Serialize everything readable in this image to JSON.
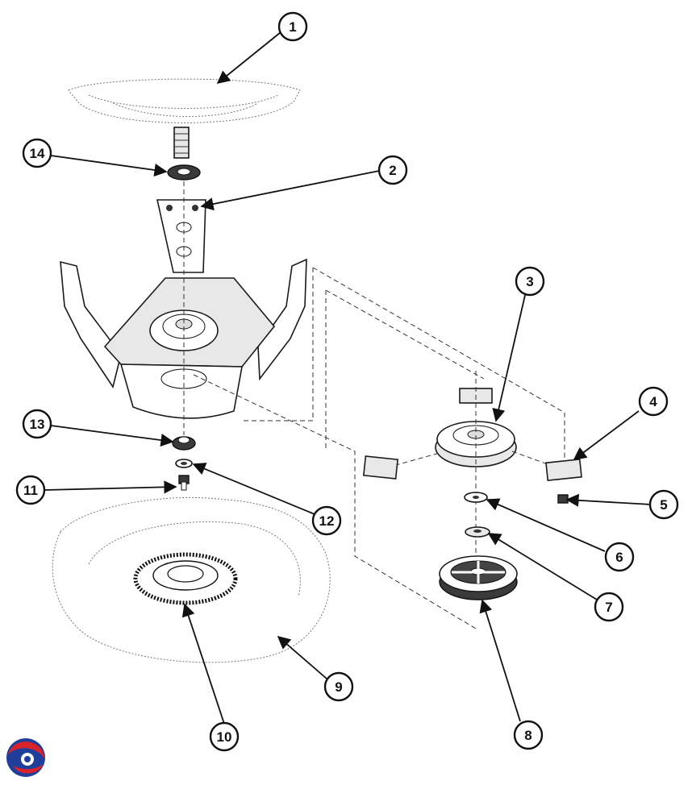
{
  "callouts": [
    {
      "label": "1"
    },
    {
      "label": "2"
    },
    {
      "label": "3"
    },
    {
      "label": "4"
    },
    {
      "label": "5"
    },
    {
      "label": "6"
    },
    {
      "label": "7"
    },
    {
      "label": "8"
    },
    {
      "label": "9"
    },
    {
      "label": "10"
    },
    {
      "label": "11"
    },
    {
      "label": "12"
    },
    {
      "label": "13"
    },
    {
      "label": "14"
    }
  ],
  "logo": {
    "icon": "brand-swirl-logo",
    "colors": [
      "#1f3f9a",
      "#d8232a"
    ]
  }
}
